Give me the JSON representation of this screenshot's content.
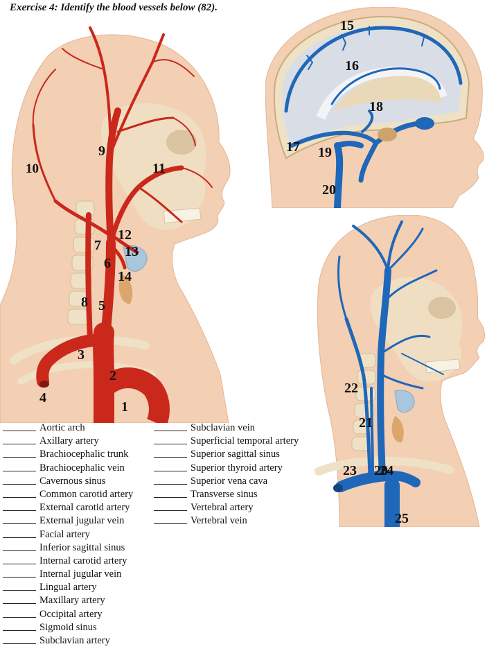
{
  "title": "Exercise 4: Identify the blood vessels below (82).",
  "figure_arteries": {
    "labels": [
      "1",
      "2",
      "3",
      "4",
      "5",
      "6",
      "7",
      "8",
      "9",
      "10",
      "11",
      "12",
      "13",
      "14"
    ]
  },
  "figure_sinuses": {
    "labels": [
      "15",
      "16",
      "17",
      "18",
      "19",
      "20"
    ]
  },
  "figure_veins": {
    "labels": [
      "20",
      "21",
      "22",
      "23",
      "24",
      "25"
    ]
  },
  "terms_left": [
    "Aortic arch",
    "Axillary artery",
    "Brachiocephalic trunk",
    "Brachiocephalic vein",
    "Cavernous sinus",
    "Common carotid artery",
    "External carotid artery",
    "External jugular vein",
    "Facial artery",
    "Inferior sagittal sinus",
    "Internal carotid artery",
    "Internal jugular vein",
    "Lingual artery",
    "Maxillary artery",
    "Occipital artery",
    "Sigmoid sinus",
    "Subclavian artery"
  ],
  "terms_right": [
    "Subclavian vein",
    "Superficial temporal artery",
    "Superior sagittal sinus",
    "Superior thyroid artery",
    "Superior vena cava",
    "Transverse sinus",
    "Vertebral artery",
    "Vertebral vein"
  ],
  "colors": {
    "skin": "#f3cfb4",
    "bone": "#efe1c6",
    "artery": "#c9281b",
    "vein": "#1f67b8",
    "sinus_bg": "#d9dde6"
  }
}
